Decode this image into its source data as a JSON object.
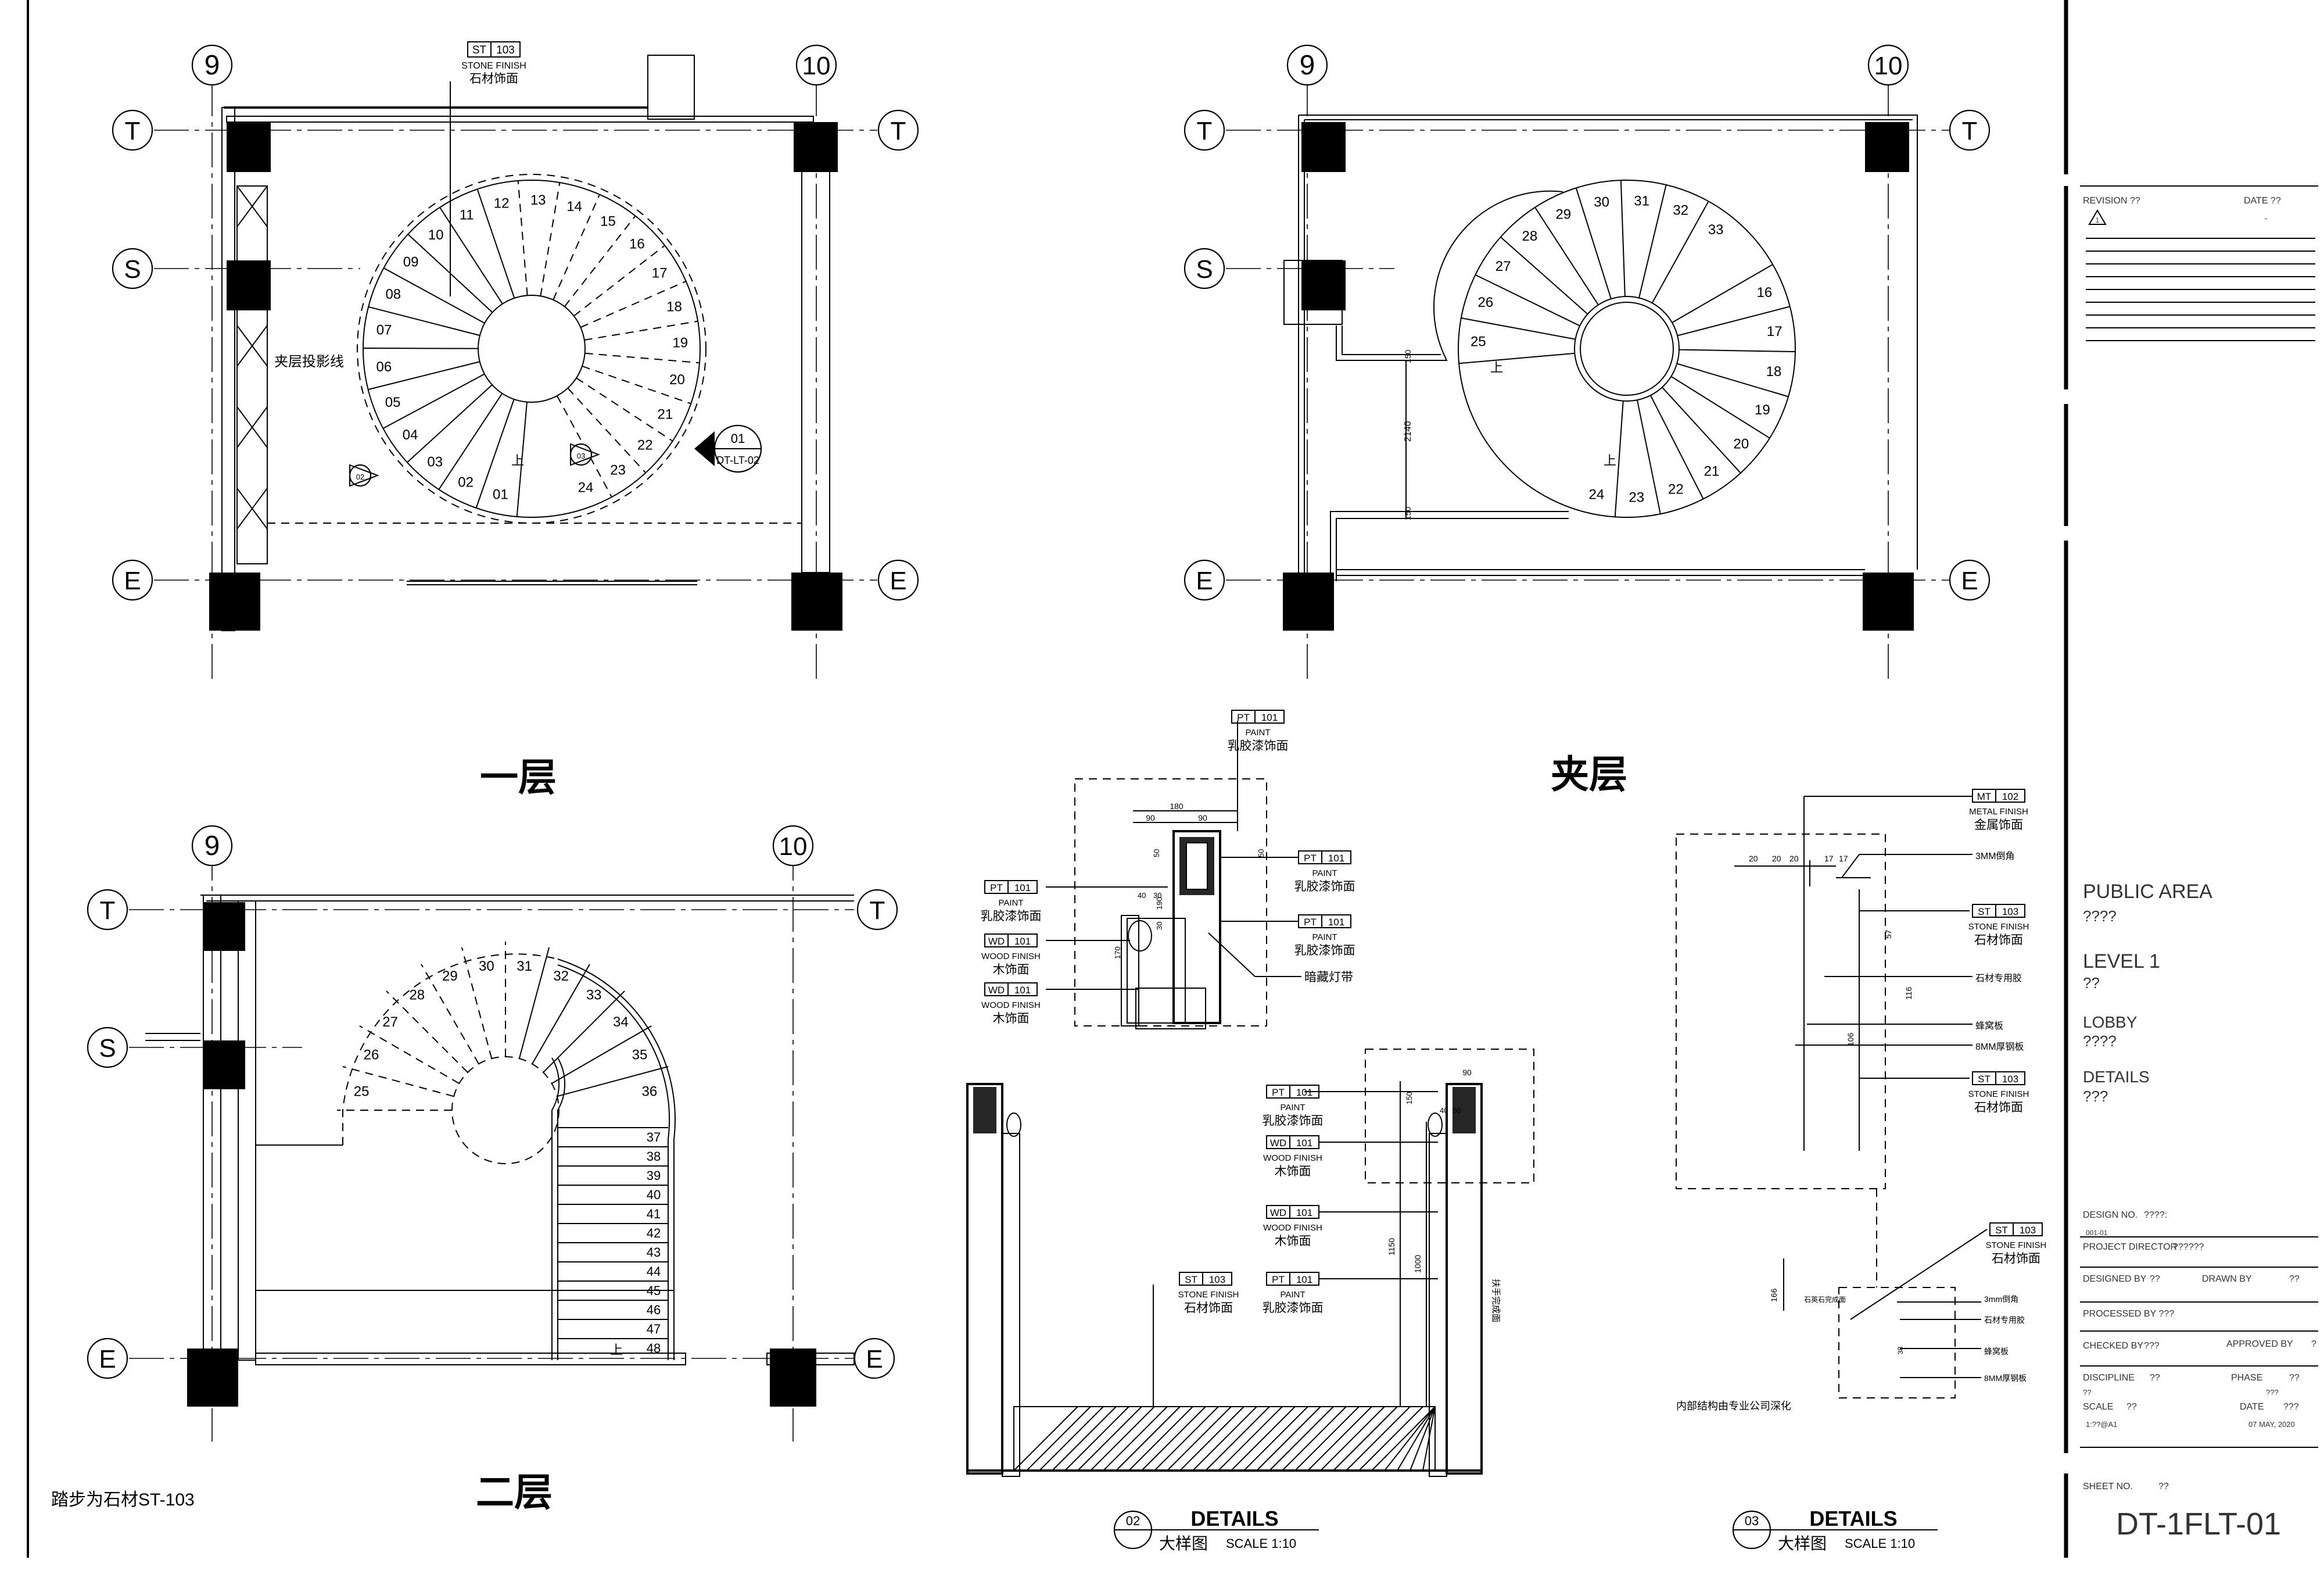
{
  "plans": {
    "level1_title": "一层",
    "mezzanine_title": "夹层",
    "level2_title": "二层"
  },
  "grid_labels": {
    "col_9": "9",
    "col_10": "10",
    "row_t": "T",
    "row_s": "S",
    "row_e": "E"
  },
  "level1": {
    "stone_tag_code": "ST",
    "stone_tag_num": "103",
    "stone_en": "STONE FINISH",
    "stone_cn": "石材饰面",
    "projection_note": "夹层投影线",
    "section_mark_num": "01",
    "section_mark_ref": "DT-LT-02",
    "small_mark_a": "02",
    "small_mark_b": "03",
    "steps": [
      "01",
      "02",
      "03",
      "04",
      "05",
      "06",
      "07",
      "08",
      "09",
      "10",
      "11",
      "12",
      "13",
      "14",
      "15",
      "16",
      "17",
      "18",
      "19",
      "20",
      "21",
      "22",
      "23",
      "24"
    ],
    "up_mark": "上"
  },
  "mezzanine": {
    "steps": [
      "25",
      "26",
      "27",
      "28",
      "29",
      "30",
      "31",
      "32",
      "33",
      "16",
      "17",
      "18",
      "19",
      "20",
      "21",
      "22",
      "23",
      "24"
    ],
    "dim_2140": "2140",
    "dim_150a": "150",
    "dim_150b": "150",
    "up_mark": "上"
  },
  "level2": {
    "steps": [
      "25",
      "26",
      "27",
      "28",
      "29",
      "30",
      "31",
      "32",
      "33",
      "34",
      "35",
      "36",
      "37",
      "38",
      "39",
      "40",
      "41",
      "42",
      "43",
      "44",
      "45",
      "46",
      "47",
      "48"
    ],
    "up_mark": "上",
    "tread_note": "踏步为石材ST-103"
  },
  "detail02": {
    "pt_code": "PT",
    "pt_num": "101",
    "wd_code": "WD",
    "wd_num": "101",
    "st_code": "ST",
    "st_num": "103",
    "paint_en": "PAINT",
    "paint_cn": "乳胶漆饰面",
    "wood_en": "WOOD FINISH",
    "wood_cn": "木饰面",
    "stone_en": "STONE FINISH",
    "stone_cn": "石材饰面",
    "led_note": "暗藏灯带",
    "dims": [
      "180",
      "90",
      "90",
      "50",
      "50",
      "40",
      "30",
      "190",
      "170",
      "30",
      "90",
      "40",
      "50",
      "150",
      "1150",
      "1000"
    ],
    "height_note": "扶手完成面",
    "mark_num": "02",
    "title": "DETAILS",
    "subtitle_cn": "大样图",
    "scale": "SCALE   1:10"
  },
  "detail03": {
    "mt_code": "MT",
    "mt_num": "102",
    "st_code": "ST",
    "st_num": "103",
    "metal_en": "METAL FINISH",
    "metal_cn": "金属饰面",
    "stone_en": "STONE FINISH",
    "stone_cn": "石材饰面",
    "notes": [
      "3MM倒角",
      "石材专用胶",
      "蜂窝板",
      "8MM厚钢板"
    ],
    "notes_small": [
      "3mm倒角",
      "石材专用胶",
      "蜂窝板",
      "8MM厚钢板"
    ],
    "dims": [
      "20",
      "20",
      "20",
      "17",
      "17",
      "57",
      "116",
      "106",
      "166",
      "38"
    ],
    "left_note": "石英石完成面",
    "structure_note": "内部结构由专业公司深化",
    "mark_num": "03",
    "title": "DETAILS",
    "subtitle_cn": "大样图",
    "scale": "SCALE   1:10"
  },
  "title_block": {
    "revision_label": "REVISION  ??",
    "date_label": "DATE  ??",
    "rev_mark": "1",
    "rev_dash": "-",
    "project": "PUBLIC AREA",
    "project_sub": "????",
    "level": "LEVEL 1",
    "level_sub": "??",
    "area": "LOBBY",
    "area_sub": "????",
    "sheet_type": "DETAILS",
    "sheet_type_sub": "???",
    "design_no_label": "DESIGN NO.",
    "design_no_val": "????:",
    "design_no_code": "001-01",
    "project_director_label": "PROJECT DIRECTOR",
    "project_director_val": "??????",
    "designed_by_label": "DESIGNED BY",
    "designed_by_val": "??",
    "drawn_by_label": "DRAWN BY",
    "drawn_by_val": "??",
    "processed_by_label": "PROCESSED BY ???",
    "checked_by_label": "CHECKED BY",
    "checked_by_val": "???",
    "approved_by_label": "APPROVED BY",
    "approved_by_val": "?",
    "discipline_label": "DISCIPLINE",
    "discipline_val": "??",
    "phase_label": "PHASE",
    "phase_val": "??",
    "discipline_val2": "??",
    "phase_val2": "???",
    "scale_label": "SCALE",
    "scale_val": "??",
    "date_label2": "DATE",
    "date_val": "???",
    "scale_ratio": "1:??@A1",
    "date_full": "07 MAY, 2020",
    "sheet_no_label": "SHEET NO.",
    "sheet_no_val": "??",
    "sheet_number": "DT-1FLT-01"
  }
}
